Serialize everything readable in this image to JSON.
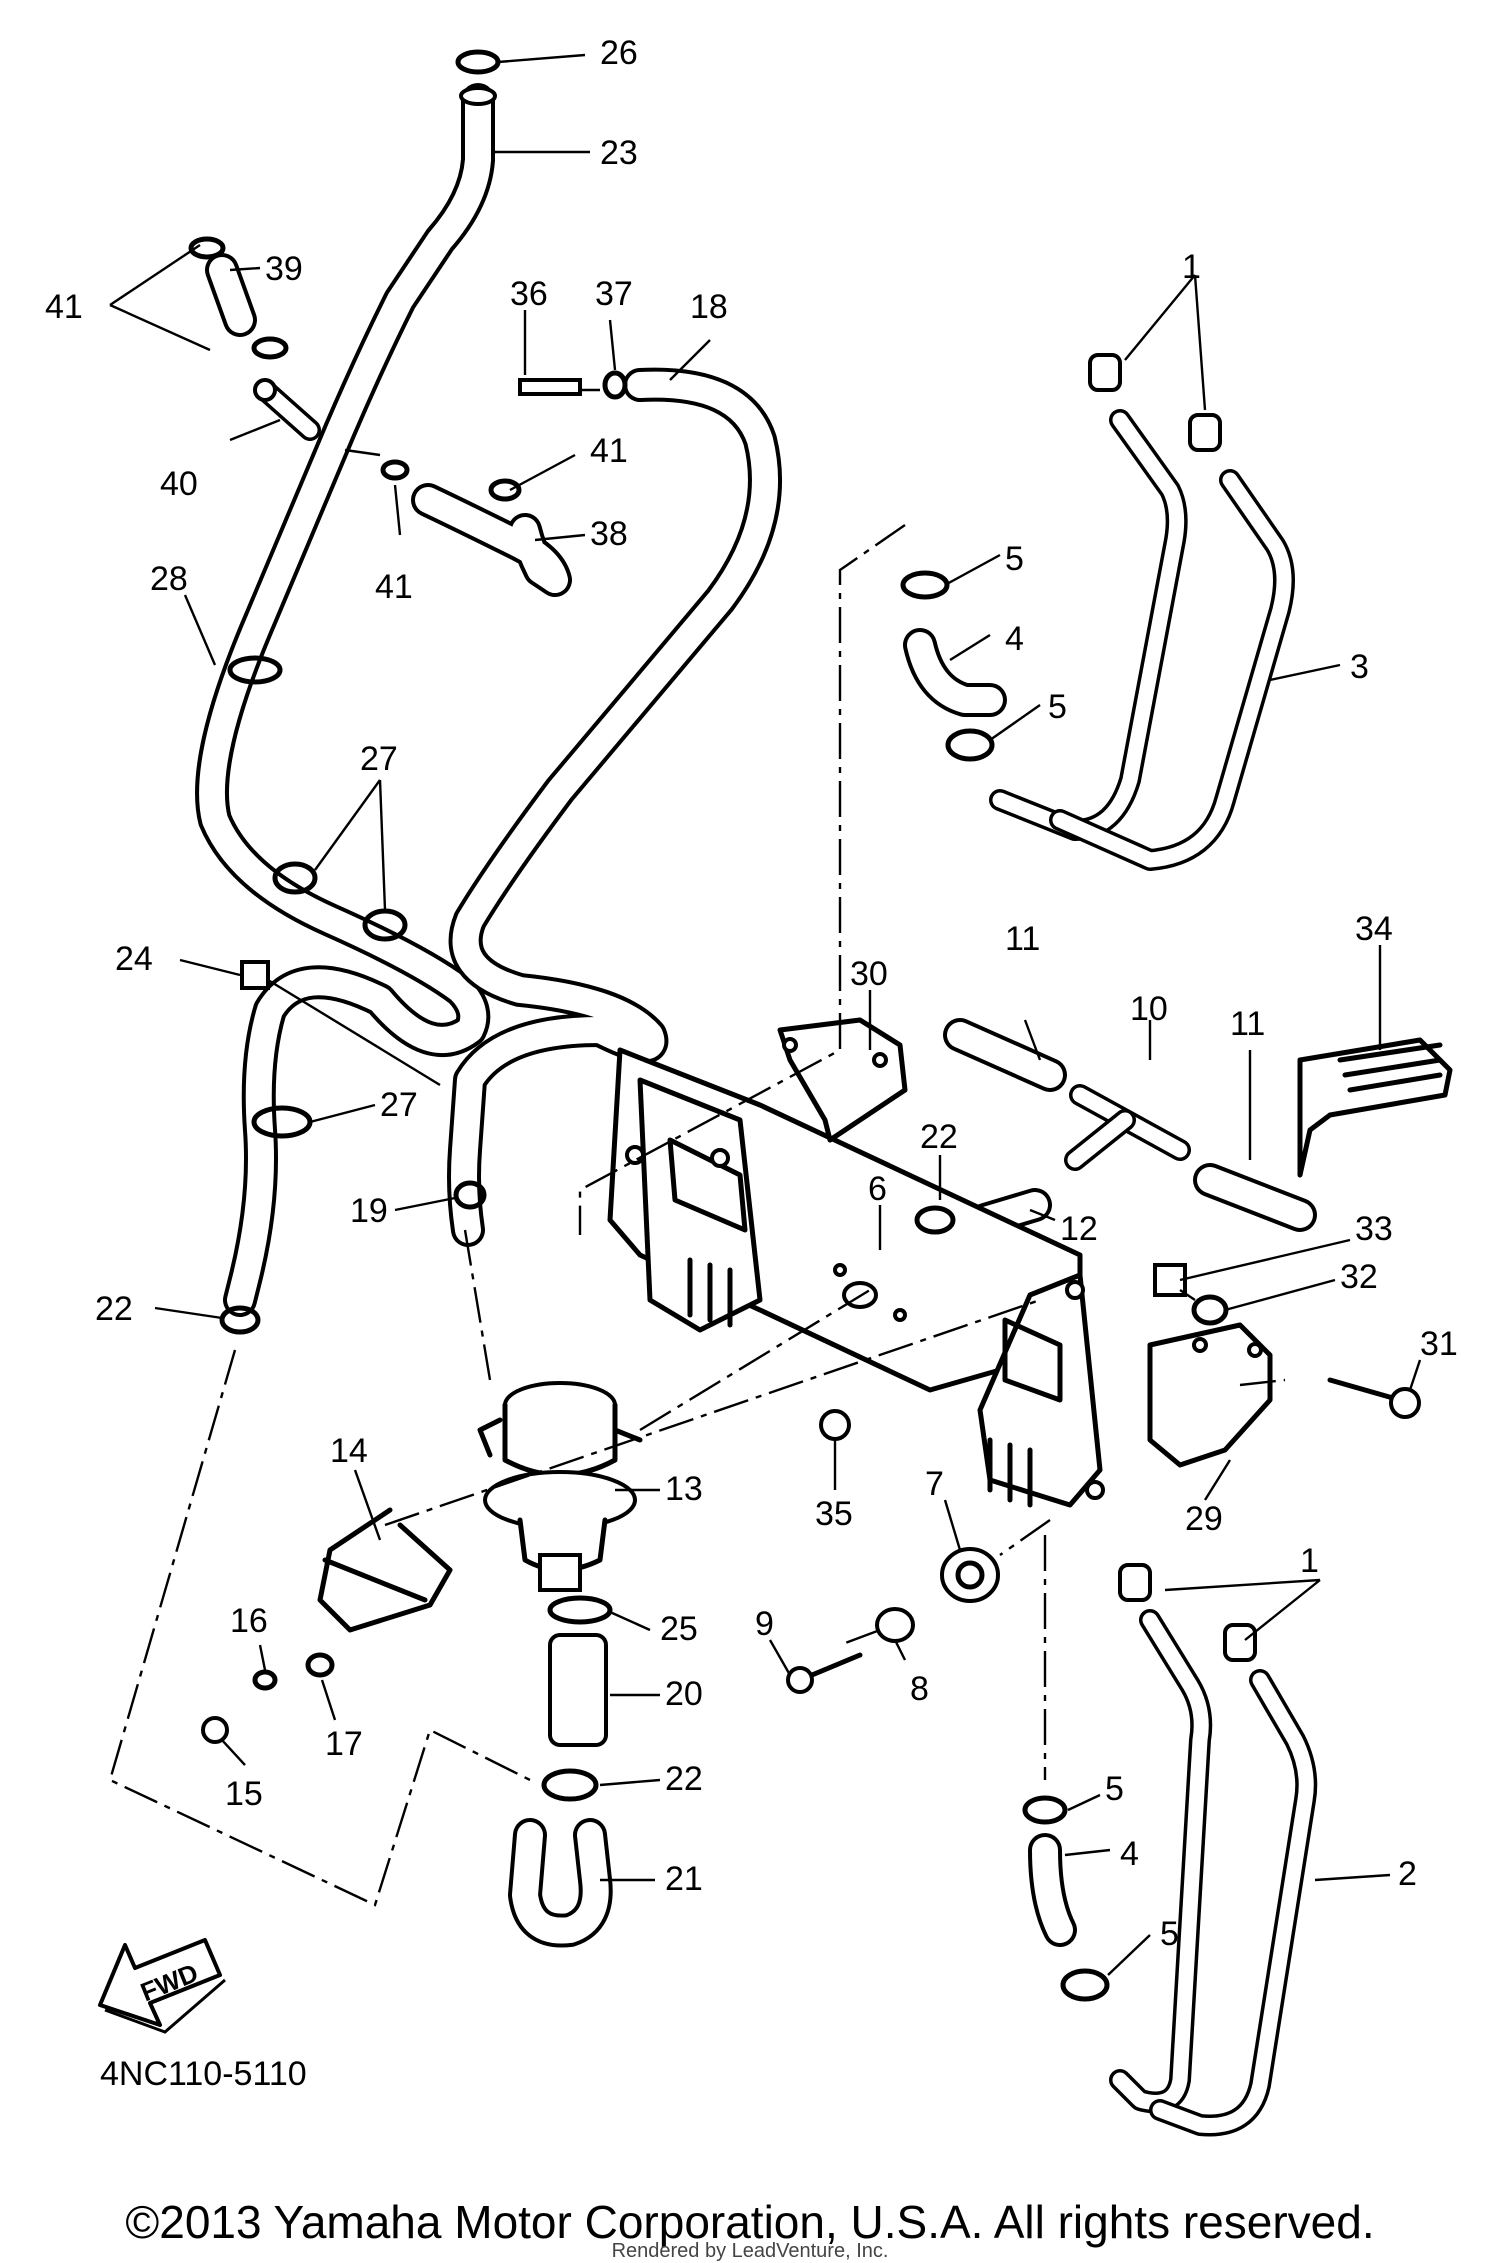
{
  "diagram": {
    "code": "4NC110-5110",
    "copyright": "©2013 Yamaha Motor Corporation, U.S.A. All rights reserved.",
    "render_credit": "Rendered by LeadVenture, Inc.",
    "fwd_label": "FWD",
    "callouts": [
      "1",
      "2",
      "3",
      "4",
      "5",
      "6",
      "7",
      "8",
      "9",
      "10",
      "11",
      "12",
      "13",
      "14",
      "15",
      "16",
      "17",
      "18",
      "19",
      "20",
      "21",
      "22",
      "23",
      "24",
      "25",
      "26",
      "27",
      "28",
      "29",
      "30",
      "31",
      "32",
      "33",
      "34",
      "35",
      "36",
      "37",
      "38",
      "39",
      "40",
      "41"
    ]
  }
}
